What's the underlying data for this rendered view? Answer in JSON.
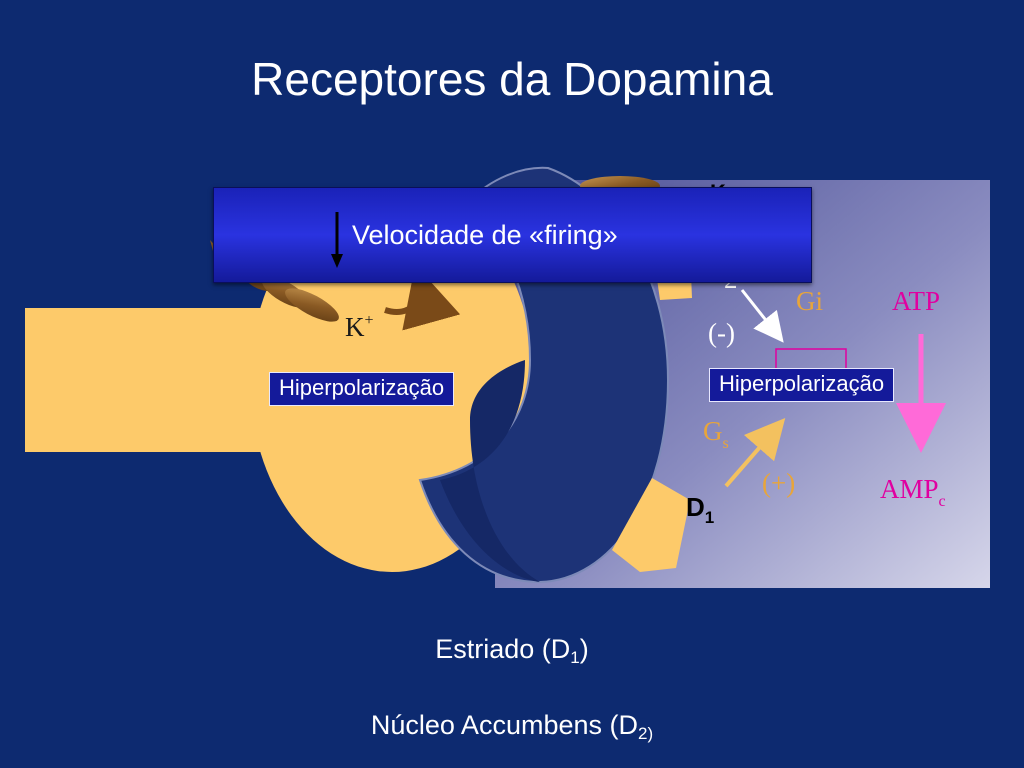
{
  "title": "Receptores da Dopamina",
  "banner": {
    "text": "Velocidade de «firing»"
  },
  "diagram": {
    "k_label": "K",
    "k_sup": "+",
    "hyperpolarization_left": "Hiperpolarização",
    "hyperpolarization_right": "Hiperpolarização",
    "gi": "Gi",
    "atp": "ATP",
    "minus": "(-)",
    "gs": "G",
    "gs_sub": "s",
    "plus": "(+)",
    "amp": "AMP",
    "amp_sub": "c",
    "d1": "D",
    "d1_sub": "1"
  },
  "captions": {
    "line1": "Estriado (D",
    "line1_sub": "1",
    "line1_end": ")",
    "line2": "Núcleo Accumbens (D",
    "line2_sub": "2)"
  },
  "colors": {
    "background": "#0d2a70",
    "neuron": "#fdca6a",
    "gi_text": "#e8a53a",
    "atp_text": "#e000a0",
    "arrow_pink": "#ff6ad8",
    "arrow_gs": "#f3c15f"
  }
}
